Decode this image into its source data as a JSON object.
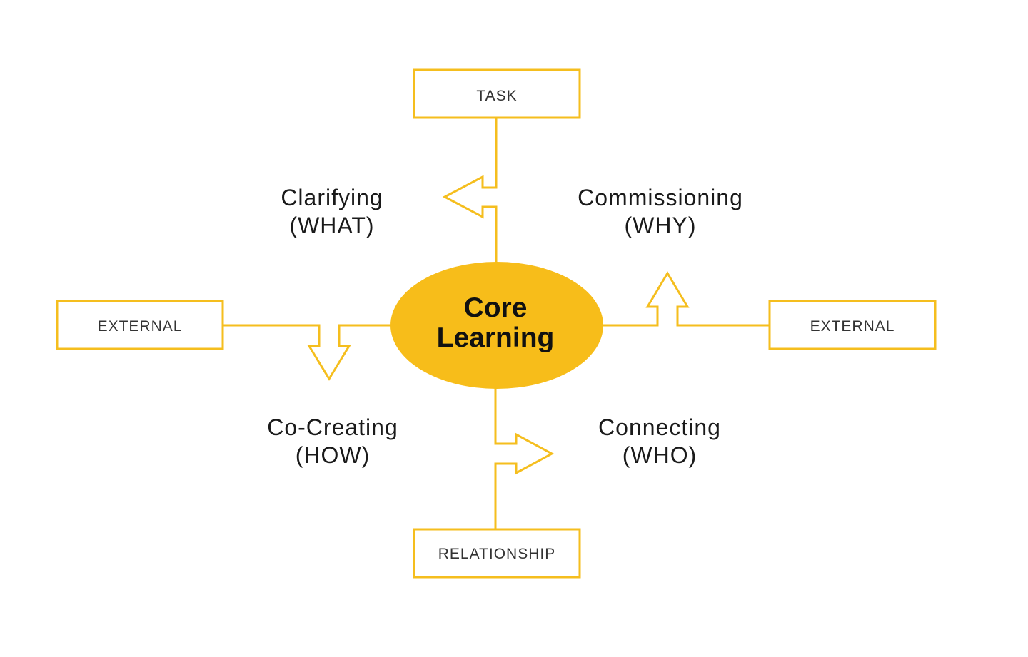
{
  "colors": {
    "accent": "#F5BE1E",
    "core_fill": "#F7BD1A",
    "text": "#1a1a1a",
    "background": "#ffffff"
  },
  "core": {
    "line1": "Core",
    "line2": "Learning"
  },
  "boxes": {
    "top": "TASK",
    "left": "EXTERNAL",
    "right": "EXTERNAL",
    "bottom": "RELATIONSHIP"
  },
  "quadrants": {
    "top_left": {
      "line1": "Clarifying",
      "line2": "(WHAT)"
    },
    "top_right": {
      "line1": "Commissioning",
      "line2": "(WHY)"
    },
    "bottom_left": {
      "line1": "Co-Creating",
      "line2": "(HOW)"
    },
    "bottom_right": {
      "line1": "Connecting",
      "line2": "(WHO)"
    }
  },
  "arrows": {
    "top": "left",
    "right": "up",
    "left": "down",
    "bottom": "right"
  }
}
